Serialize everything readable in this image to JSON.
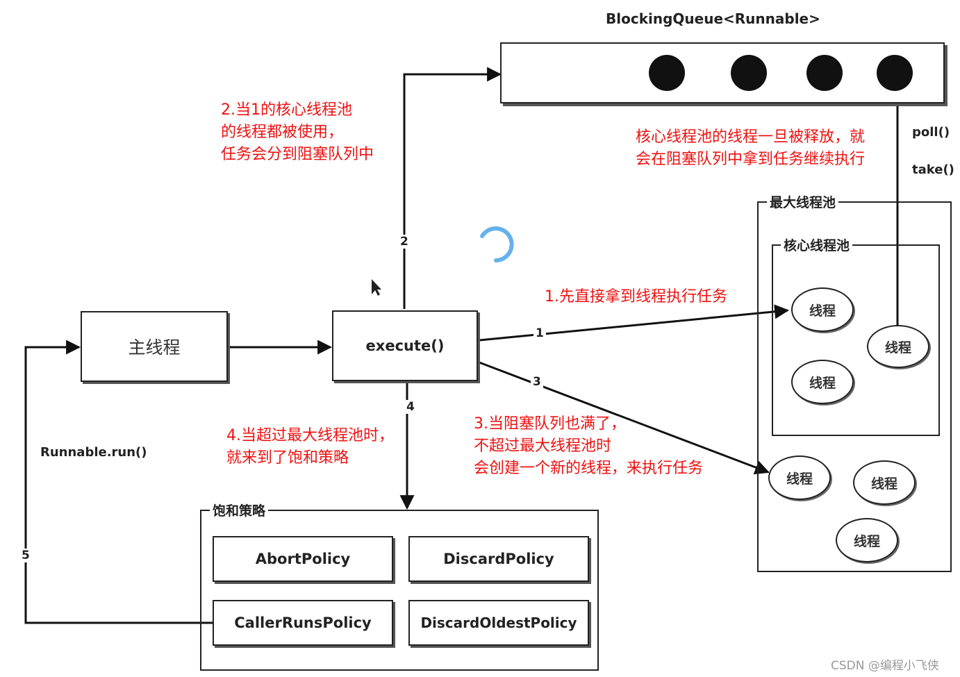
{
  "queue": {
    "title": "BlockingQueue<Runnable>",
    "poll_label": "poll()",
    "take_label": "take()",
    "released_note": [
      "核心线程池的线程一旦被释放，就",
      "会在阻塞队列中拿到任务继续执行"
    ]
  },
  "main_thread": {
    "label": "主线程"
  },
  "execute": {
    "label": "execute()"
  },
  "runnable_run": {
    "label": "Runnable.run()"
  },
  "edges": {
    "e1": "1",
    "e2": "2",
    "e3": "3",
    "e4": "4",
    "e5": "5"
  },
  "notes": {
    "step1": "1.先直接拿到线程执行任务",
    "step2": [
      "2.当1的核心线程池",
      "的线程都被使用，",
      "任务会分到阻塞队列中"
    ],
    "step3": [
      "3.当阻塞队列也满了，",
      "不超过最大线程池时",
      "会创建一个新的线程，来执行任务"
    ],
    "step4": [
      "4.当超过最大线程池时，",
      "就来到了饱和策略"
    ]
  },
  "max_pool": {
    "title": "最大线程池",
    "core_pool_title": "核心线程池",
    "thread_label": "线程"
  },
  "saturation": {
    "title": "饱和策略",
    "policies": [
      "AbortPolicy",
      "DiscardPolicy",
      "CallerRunsPolicy",
      "DiscardOldestPolicy"
    ]
  },
  "watermark": "CSDN @编程小飞侠"
}
